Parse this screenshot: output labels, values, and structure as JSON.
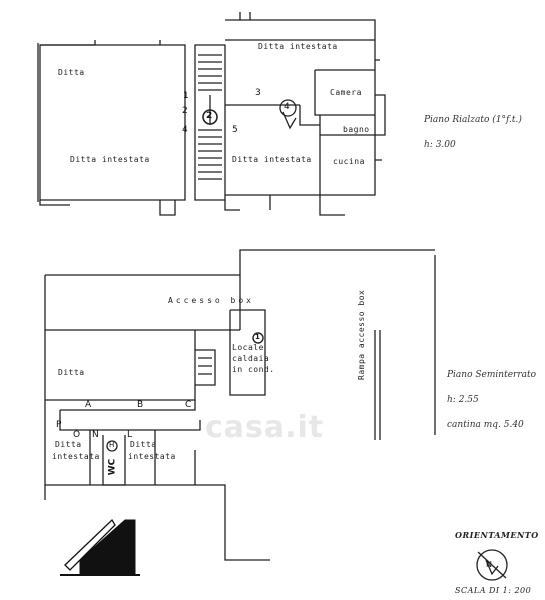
{
  "ground_floor": {
    "rooms": {
      "ditta_top_left": "Ditta",
      "ditta_top_right": "Ditta intestata",
      "ditta_center_left": "Ditta intestata",
      "ditta_center_right": "Ditta intestata",
      "camera": "Camera",
      "bagno": "bagno",
      "cucina": "cucina"
    },
    "markers": [
      "2",
      "3",
      "4",
      "5",
      "1"
    ],
    "circle_markers": [
      "2",
      "4"
    ],
    "note_title": "Piano Rialzato (1°f.t.)",
    "note_height": "h: 3.00"
  },
  "basement": {
    "rooms": {
      "accesso_box": "Accesso box",
      "ditta": "Ditta",
      "locale": "Locale",
      "caldaia": "caldaia",
      "in_cond": "in cond.",
      "ditta_int_left": "Ditta",
      "ditta_int_left_2": "intestata",
      "ditta_int_right": "Ditta",
      "ditta_int_right_2": "intestata",
      "rampa": "Rampa accesso box"
    },
    "letters": [
      "A",
      "B",
      "C",
      "P",
      "O",
      "N",
      "L",
      "H"
    ],
    "circle_marker": "1",
    "wc": "WC",
    "note_title": "Piano Seminterrato",
    "note_height": "h: 2.55",
    "note_cantina": "cantina mq. 5.40"
  },
  "orientation": {
    "title": "ORIENTAMENTO",
    "scale": "SCALA DI 1: 200",
    "north": "N"
  },
  "watermark": "casa.it",
  "colors": {
    "ink": "#222222",
    "paper": "#ffffff",
    "watermark": "#9a9a9a"
  }
}
